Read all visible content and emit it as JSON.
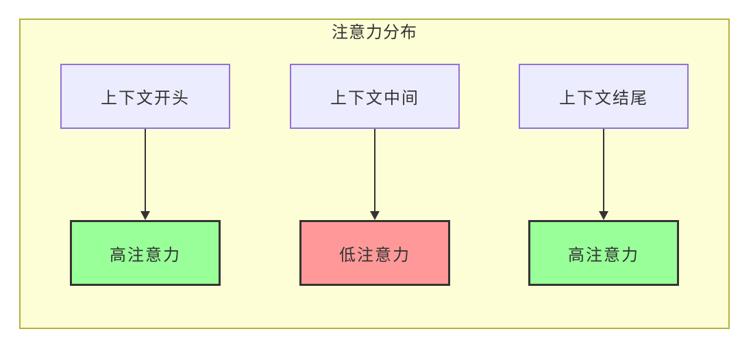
{
  "diagram": {
    "title": "注意力分布",
    "columns": [
      {
        "source": "上下文开头",
        "target": "高注意力",
        "target_type": "high"
      },
      {
        "source": "上下文中间",
        "target": "低注意力",
        "target_type": "low"
      },
      {
        "source": "上下文结尾",
        "target": "高注意力",
        "target_type": "high"
      }
    ],
    "colors": {
      "container_bg": "#fdfdd6",
      "container_border": "#b2b240",
      "source_fill": "#ececff",
      "source_border": "#9370db",
      "high_fill": "#99ff99",
      "low_fill": "#ff9999",
      "target_border": "#333333",
      "edge": "#333333",
      "text": "#333333"
    }
  }
}
